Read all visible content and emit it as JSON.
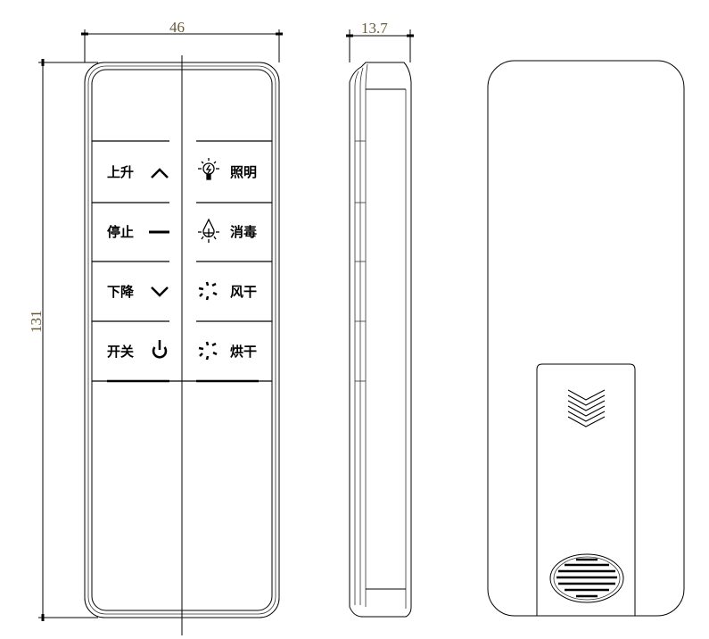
{
  "dimensions": {
    "width": "46",
    "thickness": "13.7",
    "height": "131"
  },
  "buttons": {
    "left": [
      {
        "label": "上升",
        "icon": "chevron-up-icon"
      },
      {
        "label": "停止",
        "icon": "dash-icon"
      },
      {
        "label": "下降",
        "icon": "chevron-down-icon"
      },
      {
        "label": "开关",
        "icon": "power-icon"
      }
    ],
    "right": [
      {
        "label": "照明",
        "icon": "light-bulb-icon"
      },
      {
        "label": "消毒",
        "icon": "uv-lamp-icon"
      },
      {
        "label": "风干",
        "icon": "fan-icon"
      },
      {
        "label": "烘干",
        "icon": "fan-icon"
      }
    ]
  }
}
